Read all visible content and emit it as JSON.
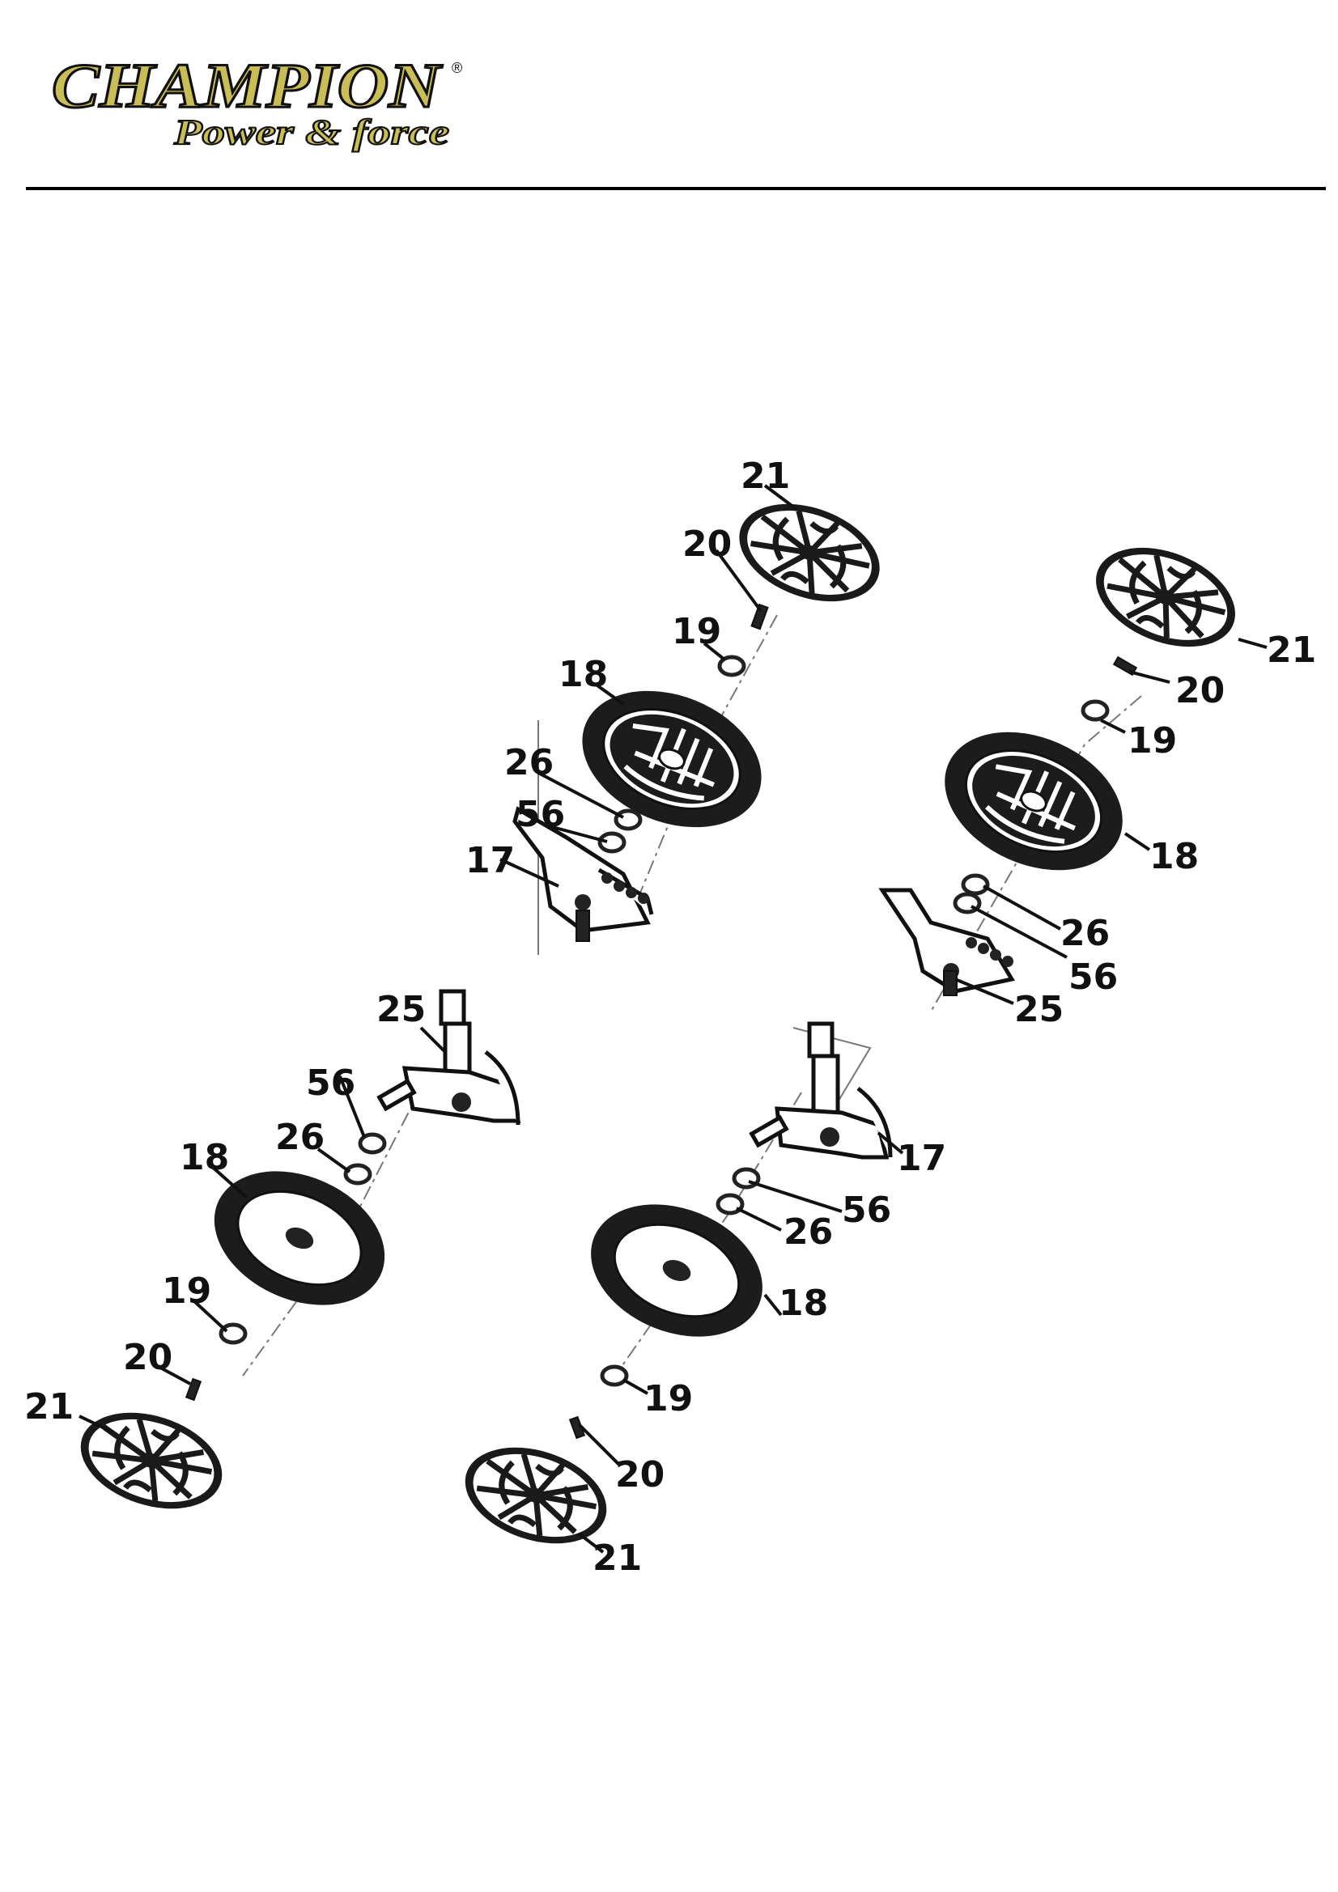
{
  "brand": {
    "name": "CHAMPION",
    "registered_mark": "®",
    "tagline": "Power & force",
    "colors": {
      "logo_fill": "#c8bd57",
      "logo_stroke": "#111111"
    }
  },
  "callouts": {
    "tr_21": "21",
    "tr_20": "20",
    "tr_19": "19",
    "tr_18": "18",
    "tr_26": "26",
    "tr_56": "56",
    "tr_17": "17",
    "r_21": "21",
    "r_20": "20",
    "r_19": "19",
    "r_18": "18",
    "r_26": "26",
    "r_56": "56",
    "r_25": "25",
    "l_25": "25",
    "l_56": "56",
    "l_26": "26",
    "l_18": "18",
    "l_19": "19",
    "l_20": "20",
    "l_21": "21",
    "b_17": "17",
    "b_56": "56",
    "b_26": "26",
    "b_18": "18",
    "b_19": "19",
    "b_20": "20",
    "b_21": "21"
  }
}
